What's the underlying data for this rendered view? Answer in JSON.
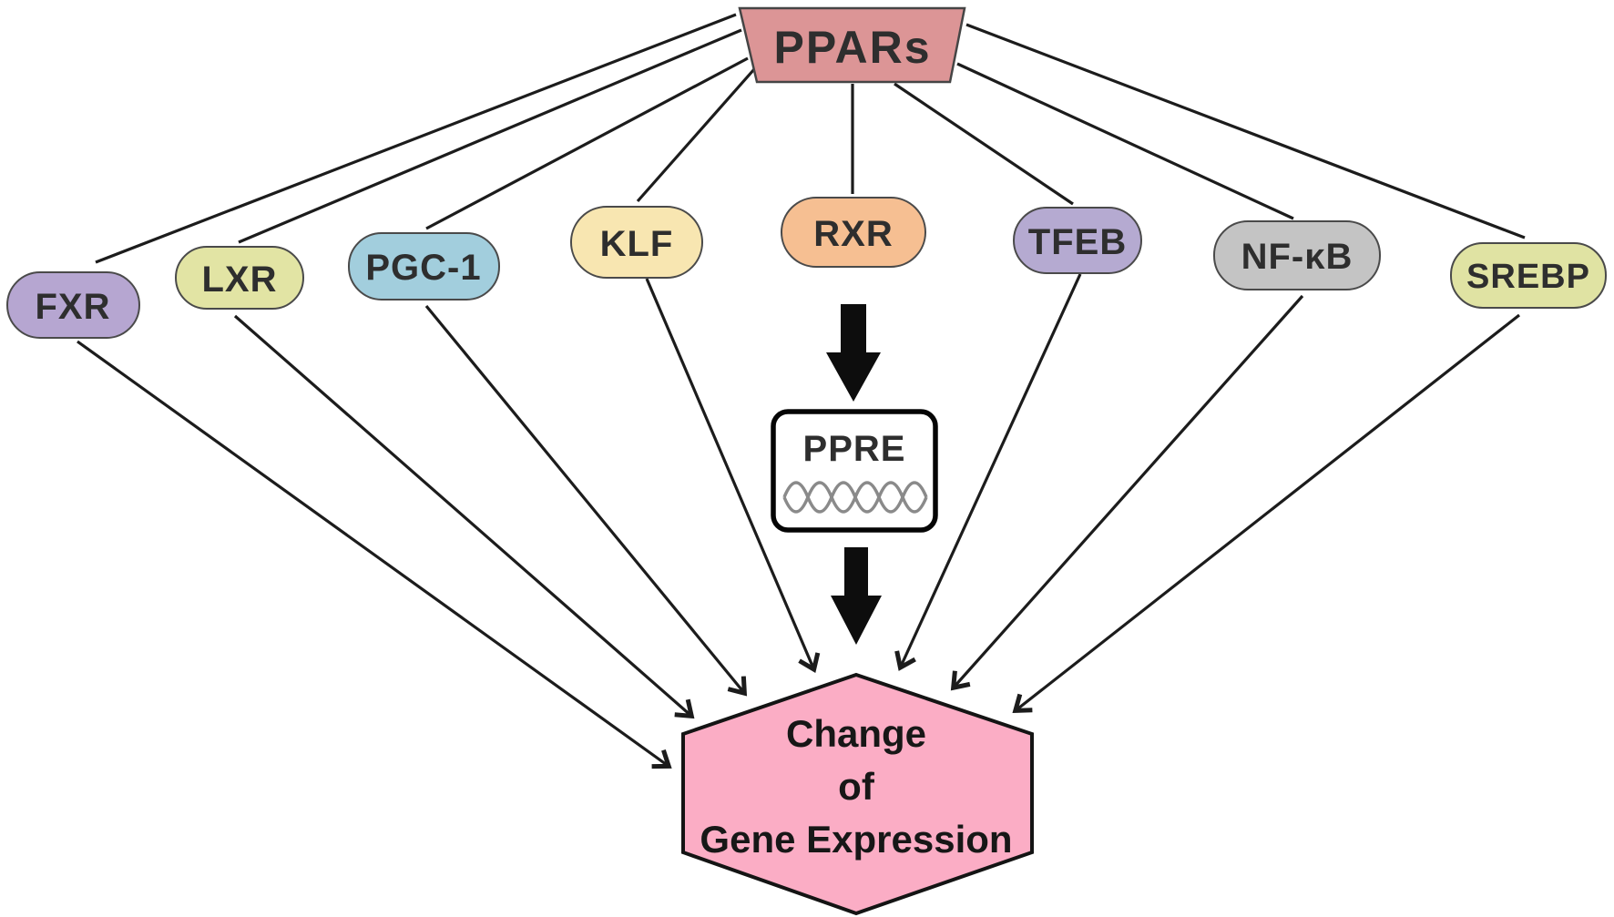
{
  "diagram": {
    "title_node": {
      "label": "PPARs",
      "fill": "#dc9596"
    },
    "factors": [
      {
        "label": "FXR",
        "fill": "#b6a6d1"
      },
      {
        "label": "LXR",
        "fill": "#e2e4a4"
      },
      {
        "label": "PGC-1",
        "fill": "#a2cedd"
      },
      {
        "label": "KLF",
        "fill": "#f8e6b1"
      },
      {
        "label": "RXR",
        "fill": "#f6bf92"
      },
      {
        "label": "TFEB",
        "fill": "#b5aad1"
      },
      {
        "label": "NF-κB",
        "fill": "#c4c4c4"
      },
      {
        "label": "SREBP",
        "fill": "#e0e3a3"
      }
    ],
    "response_element": {
      "label": "PPRE",
      "fill": "#ffffff"
    },
    "outcome": {
      "lines": [
        "Change",
        "of",
        "Gene Expression"
      ],
      "fill": "#fbadc5"
    },
    "colors": {
      "edge": "#1c1c1c",
      "node_border": "#4a4a4a",
      "block_arrow": "#0d0d0d",
      "helix": "#8a8a8a"
    }
  }
}
